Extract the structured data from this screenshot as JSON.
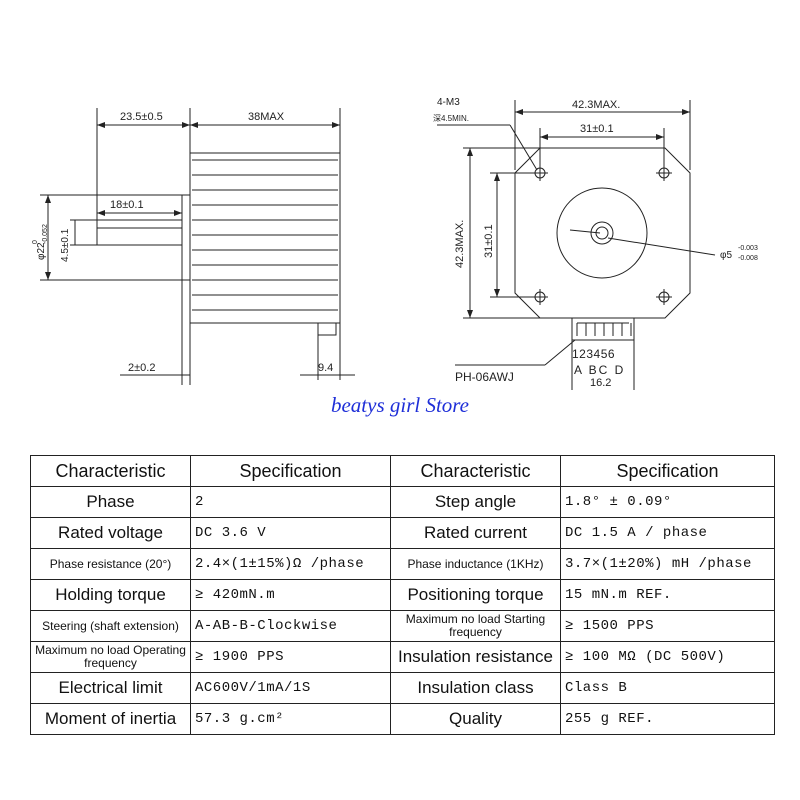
{
  "drawing": {
    "side_view": {
      "dim_shaft_length": "23.5±0.5",
      "dim_body_length": "38MAX",
      "dim_flat_length": "18±0.1",
      "dim_flat_height": "4.5±0.1",
      "dim_boss_diameter": "φ22",
      "dim_boss_tol_upper": "0",
      "dim_boss_tol_lower": "-0.052",
      "dim_boss_height": "2±0.2",
      "dim_connector_height": "9.4"
    },
    "front_view": {
      "hole_callout_1": "4-M3",
      "hole_callout_2": "深4.5MIN.",
      "dim_width": "42.3MAX.",
      "dim_hole_spacing_x": "31±0.1",
      "dim_height": "42.3MAX.",
      "dim_hole_spacing_y": "31±0.1",
      "dim_shaft_diameter": "φ5",
      "dim_shaft_tol_upper": "-0.003",
      "dim_shaft_tol_lower": "-0.008",
      "connector_pins": "123456",
      "connector_phases": "A BC D",
      "connector_model": "PH-06AWJ",
      "dim_connector_width": "16.2"
    }
  },
  "store_name": "beatys girl Store",
  "table": {
    "header": {
      "characteristic": "Characteristic",
      "specification": "Specification"
    },
    "rows": [
      {
        "c1": "Phase",
        "v1": "2",
        "c2": "Step angle",
        "v2": "1.8°  ± 0.09°"
      },
      {
        "c1": "Rated voltage",
        "v1": "DC 3.6 V",
        "c2": "Rated current",
        "v2": "DC  1.5 A / phase"
      },
      {
        "c1": "Phase resistance (20°)",
        "v1": "2.4×(1±15%)Ω /phase",
        "c2": "Phase inductance (1KHz)",
        "v2": "3.7×(1±20%) mH /phase"
      },
      {
        "c1": "Holding torque",
        "v1": "≥  420mN.m",
        "c2": "Positioning torque",
        "v2": "15 mN.m  REF."
      },
      {
        "c1": "Steering (shaft extension)",
        "v1": "A-AB-B-Clockwise",
        "c2": "Maximum no load Starting frequency",
        "v2": "≥ 1500 PPS"
      },
      {
        "c1": "Maximum no load Operating frequency",
        "v1": "≥ 1900 PPS",
        "c2": "Insulation resistance",
        "v2": "≥ 100 MΩ (DC 500V)"
      },
      {
        "c1": "Electrical limit",
        "v1": "AC600V/1mA/1S",
        "c2": "Insulation class",
        "v2": "Class B"
      },
      {
        "c1": "Moment of inertia",
        "v1": "57.3  g.cm²",
        "c2": "Quality",
        "v2": "255 g  REF."
      }
    ]
  }
}
